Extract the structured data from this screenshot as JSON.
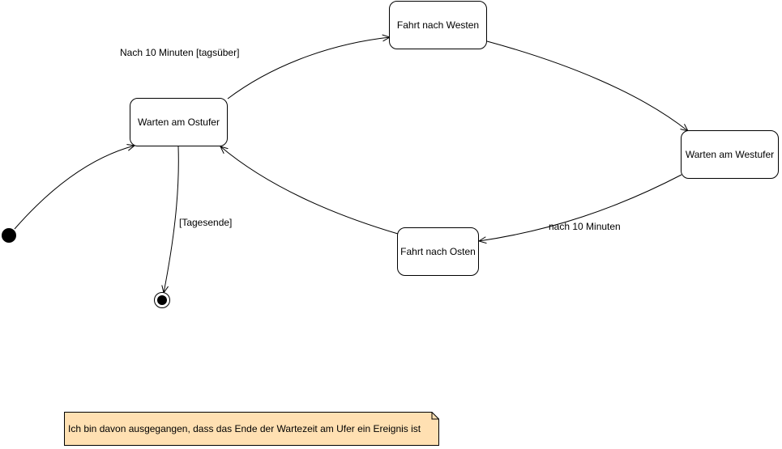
{
  "states": {
    "warten_ostufer": "Warten am Ostufer",
    "fahrt_westen": "Fahrt nach Westen",
    "warten_westufer": "Warten am Westufer",
    "fahrt_osten": "Fahrt nach Osten"
  },
  "transitions": {
    "ost_to_west": "Nach 10 Minuten [tagsüber]",
    "west_to_ost": "nach 10 Minuten",
    "to_final": "[Tagesende]"
  },
  "note": {
    "text": "Ich bin davon ausgegangen, dass das Ende der Wartezeit am Ufer ein Ereignis ist",
    "fill_color": "#ffe0b2"
  }
}
